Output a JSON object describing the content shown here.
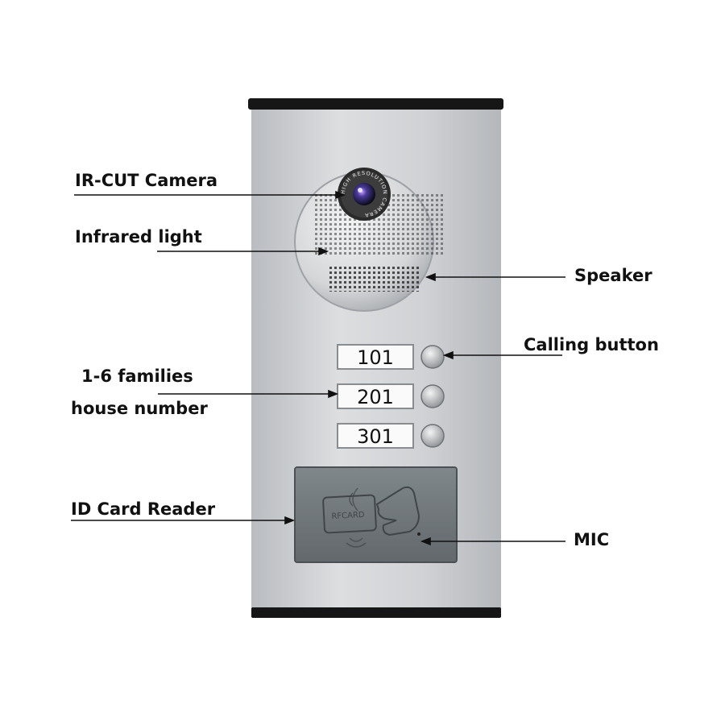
{
  "labels": {
    "camera": "IR-CUT Camera",
    "infrared": "Infrared light",
    "speaker": "Speaker",
    "calling_button": "Calling button",
    "house_number_line1": "1-6 families",
    "house_number_line2": "house number",
    "card_reader": "ID Card Reader",
    "mic": "MIC"
  },
  "camera_ring_text": "HIGH RESOLUTION CAMERA",
  "card_reader_logo": "RFCARD",
  "house_numbers": [
    "101",
    "201",
    "301"
  ],
  "colors": {
    "panel": "#c9ccd0",
    "bar": "#161616",
    "reader": "#6f767a",
    "text": "#111111"
  }
}
